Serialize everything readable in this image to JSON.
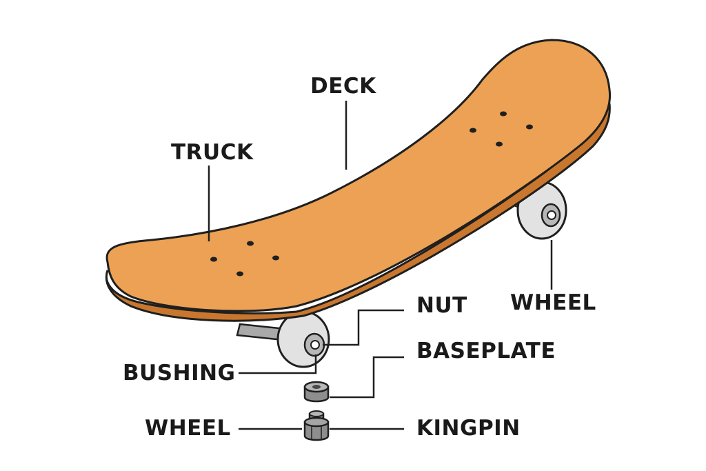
{
  "labels": {
    "deck": "DECK",
    "truck": "TRUCK",
    "wheel_right": "WHEEL",
    "nut": "NUT",
    "baseplate": "BASEPLATE",
    "bushing": "BUSHING",
    "wheel_left": "WHEEL",
    "kingpin": "KINGPIN"
  },
  "colors": {
    "deck": "#ECA154",
    "deck_edge": "#C9772E",
    "outline": "#1f1f1f",
    "wheel": "#E2E2E2",
    "wheel_hub": "#B7B7B7",
    "axle": "#A9A9A9",
    "hardware": "#8E8E8E"
  }
}
